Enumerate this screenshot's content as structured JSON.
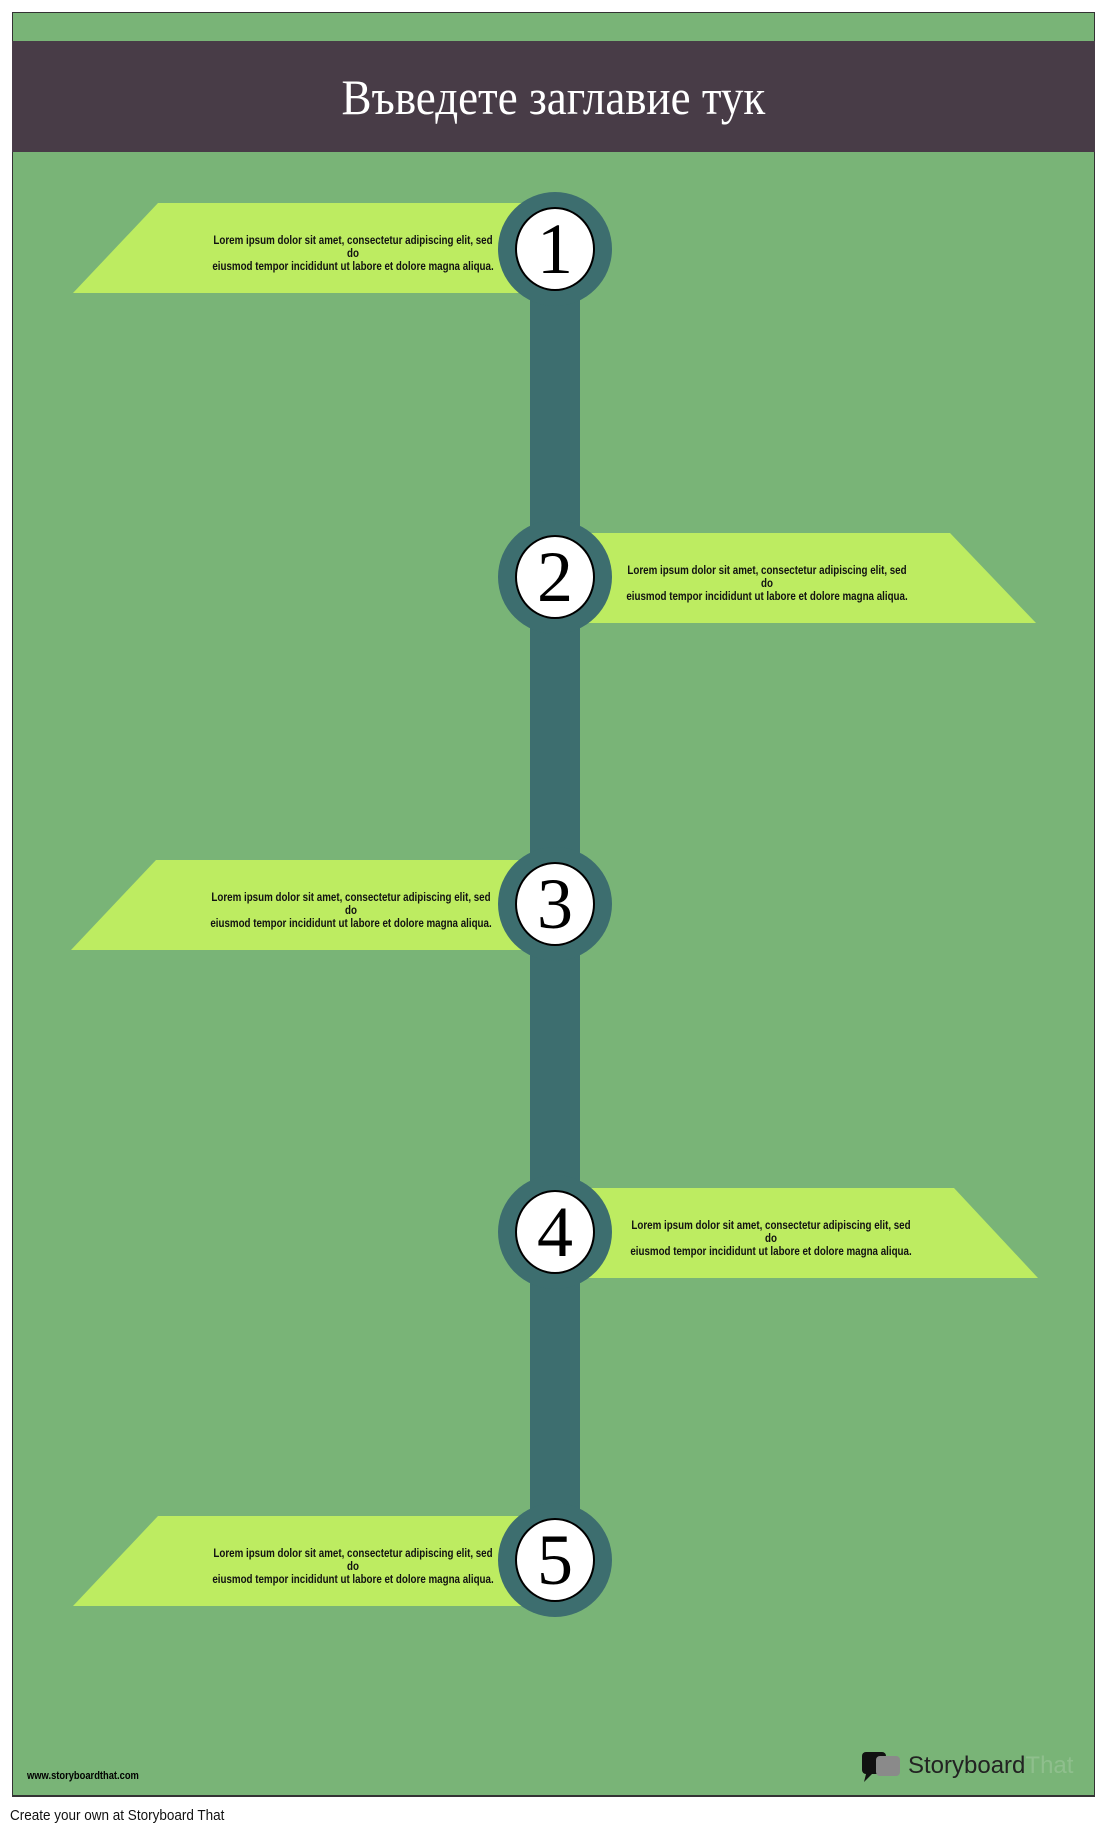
{
  "title": "Въведете заглавие тук",
  "colors": {
    "background": "#79b477",
    "title_bar": "#483c47",
    "spine": "#3d6e6f",
    "banner": "#bdec61"
  },
  "steps": [
    {
      "number": "1",
      "text_line1": "Lorem ipsum dolor sit amet, consectetur adipiscing elit, sed do",
      "text_line2": "eiusmod tempor incididunt ut labore et dolore magna aliqua."
    },
    {
      "number": "2",
      "text_line1": "Lorem ipsum dolor sit amet, consectetur adipiscing elit, sed do",
      "text_line2": "eiusmod tempor incididunt ut labore et dolore magna aliqua."
    },
    {
      "number": "3",
      "text_line1": "Lorem ipsum dolor sit amet, consectetur adipiscing elit, sed do",
      "text_line2": "eiusmod tempor incididunt ut labore et dolore magna aliqua."
    },
    {
      "number": "4",
      "text_line1": "Lorem ipsum dolor sit amet, consectetur adipiscing elit, sed do",
      "text_line2": "eiusmod tempor incididunt ut labore et dolore magna aliqua."
    },
    {
      "number": "5",
      "text_line1": "Lorem ipsum dolor sit amet, consectetur adipiscing elit, sed do",
      "text_line2": "eiusmod tempor incididunt ut labore et dolore magna aliqua."
    }
  ],
  "watermark_url": "www.storyboardthat.com",
  "logo": {
    "part1": "Storyboard",
    "part2": "That"
  },
  "footer": "Create your own at Storyboard That"
}
